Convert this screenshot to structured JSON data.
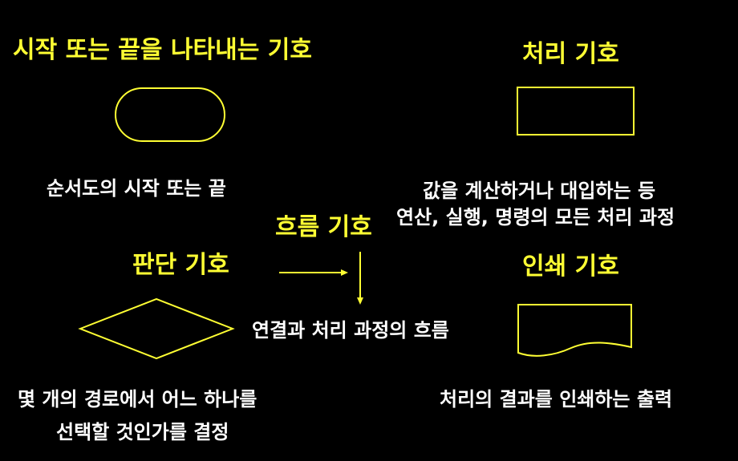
{
  "colors": {
    "background": "#000000",
    "heading": "#ffff33",
    "shape_stroke": "#ffff33",
    "description": "#ffffff"
  },
  "terminal": {
    "title": "시작 또는 끝을 나타내는 기호",
    "description": "순서도의 시작 또는 끝"
  },
  "process": {
    "title": "처리 기호",
    "description_line1": "값을 계산하거나 대입하는 등",
    "description_line2": "연산, 실행, 명령의 모든 처리 과정"
  },
  "flow": {
    "title": "흐름 기호",
    "description": "연결과 처리 과정의 흐름"
  },
  "decision": {
    "title": "판단 기호",
    "description_line1": "몇 개의 경로에서 어느 하나를",
    "description_line2": "선택할 것인가를 결정"
  },
  "document": {
    "title": "인쇄 기호",
    "description": "처리의 결과를 인쇄하는 출력"
  }
}
